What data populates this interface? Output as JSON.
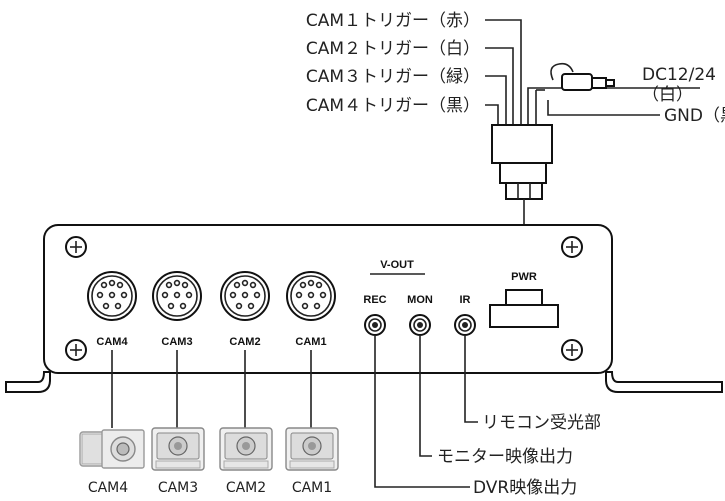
{
  "wires": {
    "cam1_trigger": "CAM１トリガー（赤）",
    "cam2_trigger": "CAM２トリガー（白）",
    "cam3_trigger": "CAM３トリガー（緑）",
    "cam4_trigger": "CAM４トリガー（黒）",
    "power_line1": "DC12/24",
    "power_line2": "（白）",
    "gnd": "GND（黒）"
  },
  "panel": {
    "ports": [
      "CAM4",
      "CAM3",
      "CAM2",
      "CAM1"
    ],
    "vout": "V-OUT",
    "rec": "REC",
    "mon": "MON",
    "ir": "IR",
    "pwr": "PWR"
  },
  "cameras": [
    "CAM4",
    "CAM3",
    "CAM2",
    "CAM1"
  ],
  "outputs": {
    "ir": "リモコン受光部",
    "mon": "モニター映像出力",
    "rec": "DVR映像出力"
  }
}
